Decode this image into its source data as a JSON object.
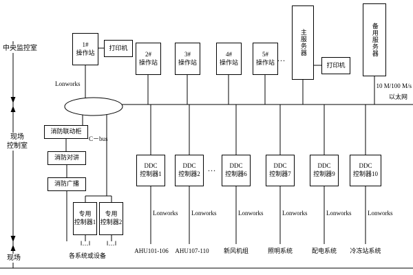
{
  "zones": {
    "central": "中央监控室",
    "field_control": "现场\n控制室",
    "field": "现场"
  },
  "stations": {
    "op1": "1#\n操作站",
    "printer1": "打印机",
    "op2": "2#\n操作站",
    "op3": "3#\n操作站",
    "op4": "4#\n操作站",
    "op5": "5#\n操作站",
    "dots": "…",
    "main_server": "主服务器",
    "printer2": "打印机",
    "backup_server": "备用服务器"
  },
  "network": {
    "lonworks_top": "Lonworks",
    "ethernet_speed": "10 M/100 M/s",
    "ethernet_name": "以太网",
    "cbus": "C－bus"
  },
  "fire": {
    "linkage": "消防联动柜",
    "intercom": "消防对讲",
    "broadcast": "消防广播"
  },
  "dedicated": {
    "controller1": "专用\n控制器1",
    "controller2": "专用\n控制器2",
    "hash1": "‖…‖",
    "hash2": "‖…‖",
    "devices": "各系统或设备"
  },
  "ddc": {
    "dots": "…",
    "items": [
      {
        "label": "DDC\n控制器1",
        "bus": "Lonworks",
        "system": "AHU101-106"
      },
      {
        "label": "DDC\n控制器2",
        "bus": "Lonworks",
        "system": "AHU107-110"
      },
      {
        "label": "DDC\n控制器6",
        "bus": "Lonworks",
        "system": "新风机组"
      },
      {
        "label": "DDC\n控制器7",
        "bus": "Lonworks",
        "system": "照明系统"
      },
      {
        "label": "DDC\n控制器9",
        "bus": "Lonworks",
        "system": "配电系统"
      },
      {
        "label": "DDC\n控制器10",
        "bus": "Lonworks",
        "system": "冷冻站系统"
      }
    ]
  }
}
